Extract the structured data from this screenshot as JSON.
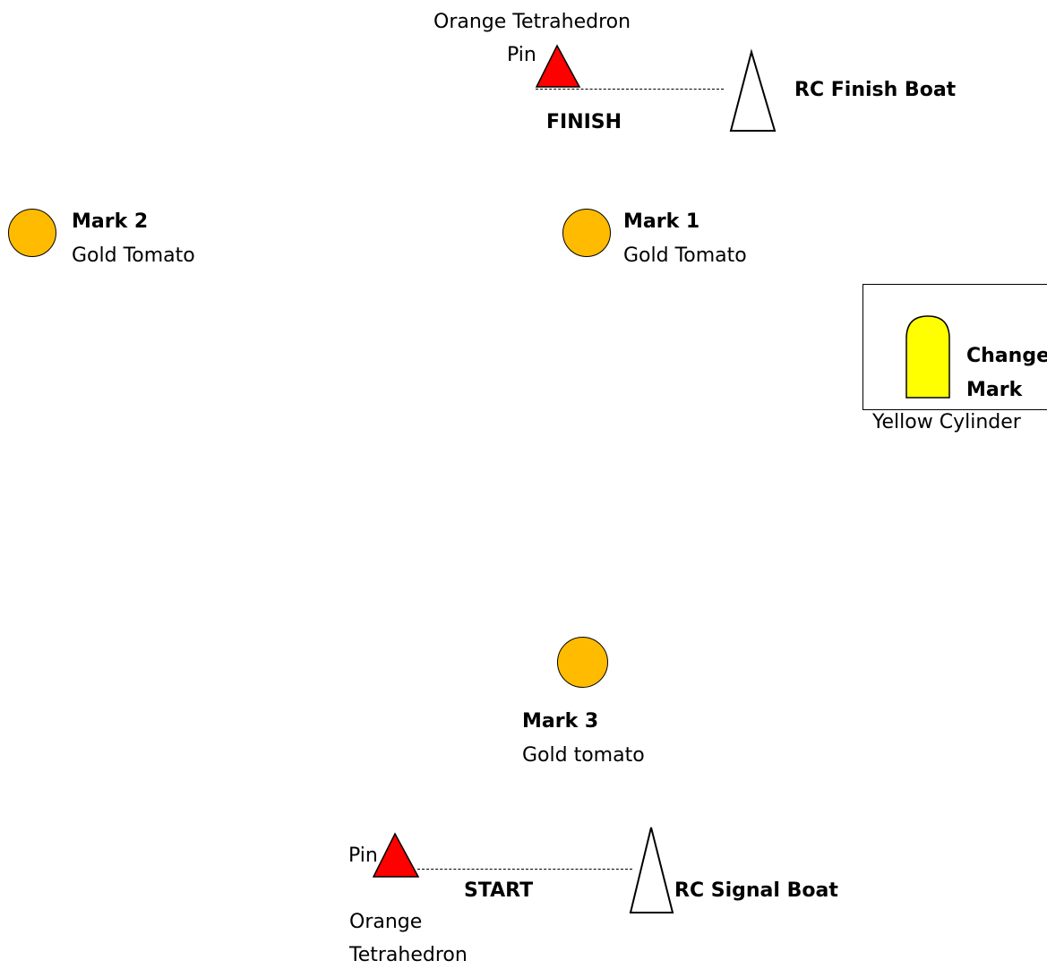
{
  "colors": {
    "gold": "#FFBB00",
    "red": "#FF0000",
    "yellow": "#FFFF00"
  },
  "finish": {
    "pin_type": "Orange Tetrahedron",
    "pin_label": "Pin",
    "line_label": "FINISH",
    "boat_label": "RC Finish Boat",
    "pin_icon": "red-triangle-icon",
    "boat_icon": "sail-triangle-icon"
  },
  "mark1": {
    "title": "Mark 1",
    "type": "Gold Tomato",
    "icon": "gold-buoy-icon"
  },
  "mark2": {
    "title": "Mark 2",
    "type": "Gold Tomato",
    "icon": "gold-buoy-icon"
  },
  "mark3": {
    "title": "Mark 3",
    "type": "Gold tomato",
    "icon": "gold-buoy-icon"
  },
  "change_mark": {
    "title_line1": "Change",
    "title_line2": "Mark",
    "type": "Yellow Cylinder",
    "icon": "yellow-cylinder-icon"
  },
  "start": {
    "pin_label": "Pin",
    "line_label": "START",
    "boat_label": "RC Signal Boat",
    "pin_type_line1": "Orange",
    "pin_type_line2": "Tetrahedron",
    "pin_icon": "red-triangle-icon",
    "boat_icon": "sail-triangle-icon"
  }
}
